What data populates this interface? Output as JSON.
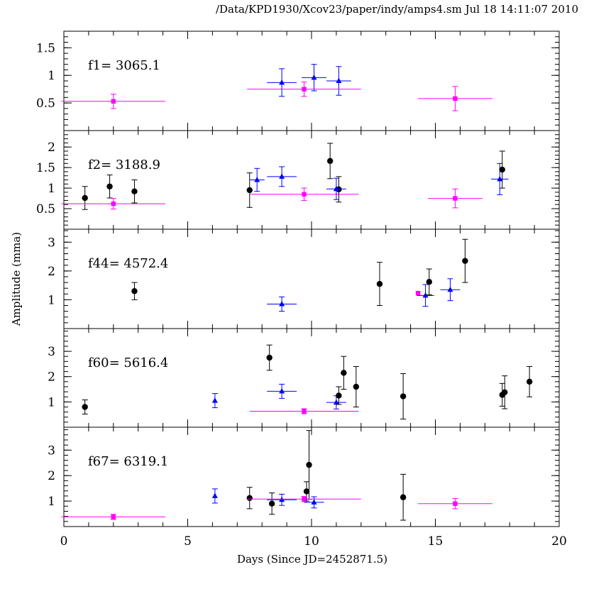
{
  "header": {
    "text": "/Data/KPD1930/Xcov23/paper/indy/amps4.sm Jul 18 14:11:07 2010"
  },
  "chart_data": {
    "type": "scatter",
    "xlabel": "Days (Since JD=2452871.5)",
    "ylabel": "Amplitude (mma)",
    "xlim": [
      0,
      20
    ],
    "x_ticks": [
      "0",
      "5",
      "10",
      "15",
      "20"
    ],
    "colors": {
      "black": "#000000",
      "blue": "#0000ff",
      "magenta": "#ff00ff",
      "frame": "#000000"
    },
    "series_markers": {
      "black": "circle",
      "blue": "triangle",
      "magenta": "square"
    },
    "panels": [
      {
        "label": "f1=  3065.1",
        "ylim": [
          0,
          1.8
        ],
        "y_ticks": [
          0.5,
          1,
          1.5
        ],
        "y_tick_labels": [
          "0.5",
          "1",
          "1.5"
        ],
        "points": [
          {
            "series": "magenta",
            "x": 2.0,
            "y": 0.53,
            "yerr": 0.13,
            "xerr": 2.1
          },
          {
            "series": "blue",
            "x": 8.8,
            "y": 0.87,
            "yerr": 0.25,
            "xerr": 0.6
          },
          {
            "series": "blue",
            "x": 10.1,
            "y": 0.96,
            "yerr": 0.24,
            "xerr": 0.5
          },
          {
            "series": "blue",
            "x": 11.1,
            "y": 0.9,
            "yerr": 0.26,
            "xerr": 0.5
          },
          {
            "series": "magenta",
            "x": 9.7,
            "y": 0.75,
            "yerr": 0.13,
            "xerr": 2.3
          },
          {
            "series": "magenta",
            "x": 15.8,
            "y": 0.58,
            "yerr": 0.22,
            "xerr": 1.5
          }
        ]
      },
      {
        "label": "f2=  3188.9",
        "ylim": [
          0,
          2.4
        ],
        "y_ticks": [
          0.5,
          1,
          1.5,
          2
        ],
        "y_tick_labels": [
          "0.5",
          "1",
          "1.5",
          "2"
        ],
        "points": [
          {
            "series": "black",
            "x": 0.85,
            "y": 0.76,
            "yerr": 0.28
          },
          {
            "series": "black",
            "x": 1.85,
            "y": 1.04,
            "yerr": 0.28
          },
          {
            "series": "black",
            "x": 2.85,
            "y": 0.92,
            "yerr": 0.28
          },
          {
            "series": "magenta",
            "x": 2.0,
            "y": 0.62,
            "yerr": 0.13,
            "xerr": 2.1
          },
          {
            "series": "black",
            "x": 7.5,
            "y": 0.95,
            "yerr": 0.42
          },
          {
            "series": "blue",
            "x": 7.8,
            "y": 1.2,
            "yerr": 0.28,
            "xerr": 0.3
          },
          {
            "series": "blue",
            "x": 8.8,
            "y": 1.28,
            "yerr": 0.24,
            "xerr": 0.6
          },
          {
            "series": "magenta",
            "x": 9.7,
            "y": 0.85,
            "yerr": 0.15,
            "xerr": 2.2
          },
          {
            "series": "black",
            "x": 10.75,
            "y": 1.66,
            "yerr": 0.43
          },
          {
            "series": "black",
            "x": 11.1,
            "y": 0.97,
            "yerr": 0.31
          },
          {
            "series": "blue",
            "x": 11.0,
            "y": 0.98,
            "yerr": 0.26,
            "xerr": 0.4
          },
          {
            "series": "magenta",
            "x": 15.8,
            "y": 0.75,
            "yerr": 0.23,
            "xerr": 1.1
          },
          {
            "series": "blue",
            "x": 17.6,
            "y": 1.22,
            "yerr": 0.38,
            "xerr": 0.35
          },
          {
            "series": "black",
            "x": 17.7,
            "y": 1.45,
            "yerr": 0.45
          }
        ]
      },
      {
        "label": "f44=  4572.4",
        "ylim": [
          0,
          3.45
        ],
        "y_ticks": [
          1,
          2,
          3
        ],
        "y_tick_labels": [
          "1",
          "2",
          "3"
        ],
        "points": [
          {
            "series": "black",
            "x": 2.85,
            "y": 1.3,
            "yerr": 0.3
          },
          {
            "series": "blue",
            "x": 8.8,
            "y": 0.85,
            "yerr": 0.25,
            "xerr": 0.6
          },
          {
            "series": "black",
            "x": 12.75,
            "y": 1.55,
            "yerr": 0.75
          },
          {
            "series": "magenta",
            "x": 14.3,
            "y": 1.23,
            "yerr": 0.0
          },
          {
            "series": "blue",
            "x": 14.6,
            "y": 1.15,
            "yerr": 0.38,
            "xerr": 0.35
          },
          {
            "series": "black",
            "x": 14.75,
            "y": 1.62,
            "yerr": 0.45
          },
          {
            "series": "blue",
            "x": 15.6,
            "y": 1.35,
            "yerr": 0.38,
            "xerr": 0.4
          },
          {
            "series": "black",
            "x": 16.2,
            "y": 2.35,
            "yerr": 0.75
          }
        ]
      },
      {
        "label": "f60=  5616.4",
        "ylim": [
          0,
          3.9
        ],
        "y_ticks": [
          1,
          2,
          3
        ],
        "y_tick_labels": [
          "1",
          "2",
          "3"
        ],
        "points": [
          {
            "series": "black",
            "x": 0.85,
            "y": 0.8,
            "yerr": 0.28
          },
          {
            "series": "blue",
            "x": 6.1,
            "y": 1.05,
            "yerr": 0.28
          },
          {
            "series": "black",
            "x": 8.3,
            "y": 2.75,
            "yerr": 0.5
          },
          {
            "series": "blue",
            "x": 8.8,
            "y": 1.42,
            "yerr": 0.28,
            "xerr": 0.6
          },
          {
            "series": "magenta",
            "x": 9.7,
            "y": 0.63,
            "yerr": 0.1,
            "xerr": 2.2
          },
          {
            "series": "blue",
            "x": 11.0,
            "y": 0.98,
            "yerr": 0.26,
            "xerr": 0.4
          },
          {
            "series": "black",
            "x": 11.1,
            "y": 1.25,
            "yerr": 0.35
          },
          {
            "series": "black",
            "x": 11.3,
            "y": 2.15,
            "yerr": 0.65
          },
          {
            "series": "black",
            "x": 11.8,
            "y": 1.6,
            "yerr": 0.8
          },
          {
            "series": "black",
            "x": 13.7,
            "y": 1.22,
            "yerr": 0.9
          },
          {
            "series": "black",
            "x": 17.7,
            "y": 1.28,
            "yerr": 0.45
          },
          {
            "series": "black",
            "x": 17.8,
            "y": 1.38,
            "yerr": 0.65
          },
          {
            "series": "black",
            "x": 18.8,
            "y": 1.8,
            "yerr": 0.6
          }
        ]
      },
      {
        "label": "f67=  6319.1",
        "ylim": [
          0,
          3.9
        ],
        "y_ticks": [
          1,
          2,
          3
        ],
        "y_tick_labels": [
          "1",
          "2",
          "3"
        ],
        "points": [
          {
            "series": "magenta",
            "x": 2.0,
            "y": 0.38,
            "yerr": 0.1,
            "xerr": 2.1
          },
          {
            "series": "blue",
            "x": 6.1,
            "y": 1.2,
            "yerr": 0.28
          },
          {
            "series": "black",
            "x": 7.5,
            "y": 1.12,
            "yerr": 0.42
          },
          {
            "series": "black",
            "x": 8.4,
            "y": 0.9,
            "yerr": 0.42
          },
          {
            "series": "blue",
            "x": 8.8,
            "y": 1.05,
            "yerr": 0.22,
            "xerr": 0.6
          },
          {
            "series": "black",
            "x": 9.8,
            "y": 1.38,
            "yerr": 0.38
          },
          {
            "series": "black",
            "x": 9.9,
            "y": 2.42,
            "yerr": 1.35
          },
          {
            "series": "magenta",
            "x": 9.7,
            "y": 1.08,
            "yerr": 0.1,
            "xerr": 2.3
          },
          {
            "series": "blue",
            "x": 10.1,
            "y": 0.95,
            "yerr": 0.22,
            "xerr": 0.4
          },
          {
            "series": "black",
            "x": 13.7,
            "y": 1.15,
            "yerr": 0.9
          },
          {
            "series": "magenta",
            "x": 15.8,
            "y": 0.9,
            "yerr": 0.2,
            "xerr": 1.5
          }
        ]
      }
    ]
  }
}
